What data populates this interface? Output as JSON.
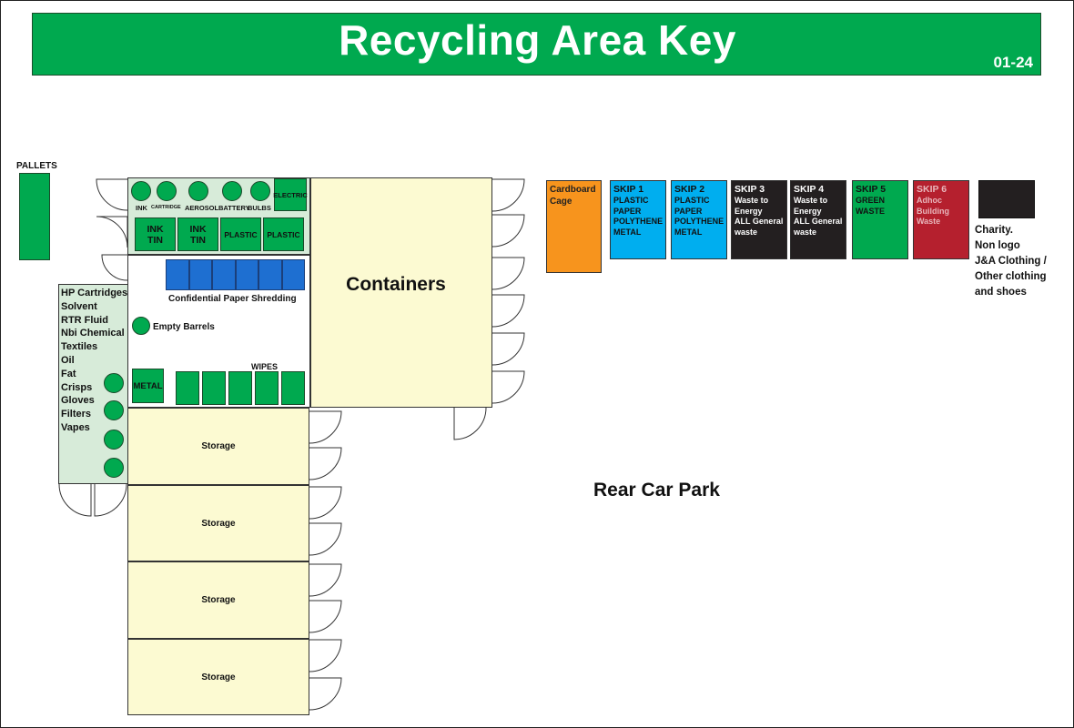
{
  "header": {
    "title": "Recycling Area Key",
    "code": "01-24"
  },
  "pallets": {
    "label": "PALLETS"
  },
  "hazard_list": [
    "HP Cartridges",
    "Solvent",
    "RTR Fluid",
    "Nbi Chemical",
    "Textiles",
    "Oil",
    "Fat",
    "Crisps",
    "Gloves",
    "Filters",
    "Vapes"
  ],
  "top_bins": {
    "ink": "INK",
    "cartridge": "CARTRIDGE",
    "aerosol": "AEROSOL",
    "battery": "BATTERY",
    "bulbs": "BULBS",
    "electric": "ELECTRIC"
  },
  "top_boxes": [
    {
      "line1": "INK",
      "line2": "TIN"
    },
    {
      "line1": "INK",
      "line2": "TIN"
    },
    {
      "line1": "PLASTIC",
      "line2": ""
    },
    {
      "line1": "PLASTIC",
      "line2": ""
    }
  ],
  "shredding": {
    "label": "Confidential Paper Shredding"
  },
  "empty_barrels": {
    "label": "Empty Barrels"
  },
  "metal": {
    "label": "METAL"
  },
  "wipes": {
    "label": "WIPES"
  },
  "containers": {
    "label": "Containers"
  },
  "storage": [
    "Storage",
    "Storage",
    "Storage",
    "Storage"
  ],
  "rear_car_park": {
    "label": "Rear Car Park"
  },
  "cardboard": {
    "line1": "Cardboard",
    "line2": "Cage"
  },
  "skips": [
    {
      "title": "SKIP 1",
      "lines": [
        "PLASTIC",
        "PAPER",
        "POLYTHENE",
        "METAL"
      ],
      "color": "#00aeef"
    },
    {
      "title": "SKIP 2",
      "lines": [
        "PLASTIC",
        "PAPER",
        "POLYTHENE",
        "METAL"
      ],
      "color": "#00aeef"
    },
    {
      "title": "SKIP 3",
      "lines": [
        "Waste to",
        "Energy",
        "ALL General",
        "waste"
      ],
      "color": "#231f20"
    },
    {
      "title": "SKIP 4",
      "lines": [
        "Waste to",
        "Energy",
        "ALL General",
        "waste"
      ],
      "color": "#231f20"
    },
    {
      "title": "SKIP 5",
      "lines": [
        "GREEN",
        "WASTE"
      ],
      "color": "#00a94f"
    },
    {
      "title": "SKIP 6",
      "lines": [
        "Adhoc",
        "Building",
        "Waste"
      ],
      "color": "#b5202e"
    }
  ],
  "charity": {
    "lines": [
      "Charity.",
      "Non logo",
      "J&A Clothing /",
      "Other clothing",
      "and shoes"
    ]
  },
  "colors": {
    "green": "#00a94f",
    "orange": "#f7941d",
    "blue": "#1e6fd1",
    "cyan": "#00aeef",
    "black": "#231f20",
    "red": "#b5202e",
    "light_green": "#d7ebd9",
    "cream": "#fcfad2"
  }
}
